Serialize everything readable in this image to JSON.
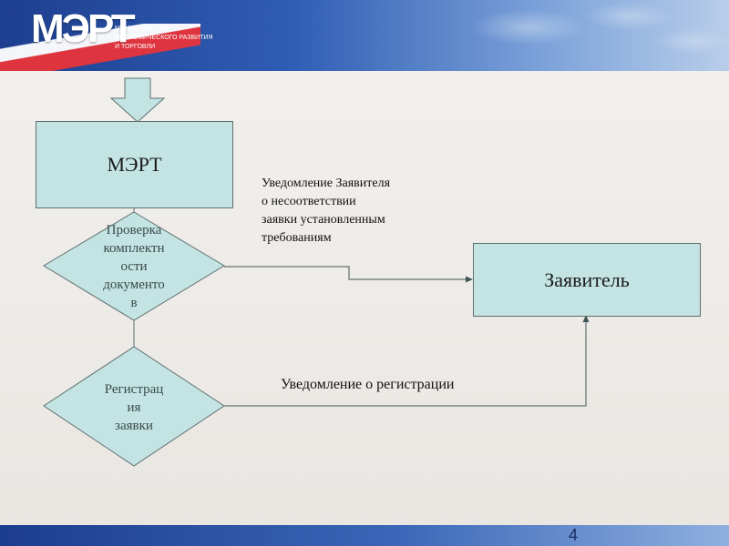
{
  "header": {
    "logo_mark": "МЭРТ",
    "logo_text": "МИНИСТЕРСТВО ЭКОНОМИЧЕСКОГО РАЗВИТИЯ И ТОРГОВЛИ"
  },
  "diagram": {
    "mert_label": "МЭРТ",
    "check_label": "Проверка комплектности документов",
    "check_lines": [
      "Проверка",
      "комплектн",
      "ости",
      "документо",
      "в"
    ],
    "reg_lines": [
      "Регистрац",
      "ия",
      "заявки"
    ],
    "applicant_label": "Заявитель",
    "note_mismatch_lines": [
      "Уведомление Заявителя",
      "о несоответствии",
      "заявки установленным",
      "требованиям"
    ],
    "note_registration": "Уведомление о регистрации"
  },
  "footer": {
    "page_number": "4"
  },
  "colors": {
    "box_fill": "#c3e4e3",
    "border": "#5f6f6f",
    "arrow": "#c3e4e3"
  }
}
